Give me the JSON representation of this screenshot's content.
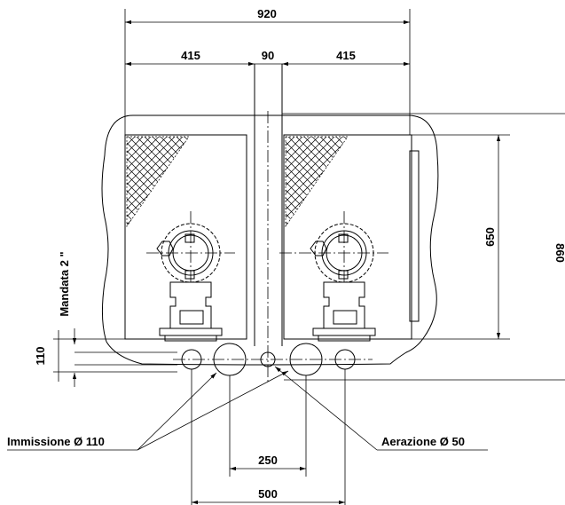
{
  "dimensions": {
    "overall_width": "920",
    "left_width": "415",
    "center_width": "90",
    "right_width": "415",
    "inner_height": "650",
    "overall_height": "860",
    "pipe_offset": "110",
    "pipe_spacing_inner": "250",
    "pipe_spacing_outer": "500"
  },
  "labels": {
    "discharge": "Mandata 2 \"",
    "inlet": "Immissione Ø 110",
    "aeration": "Aerazione Ø 50"
  }
}
